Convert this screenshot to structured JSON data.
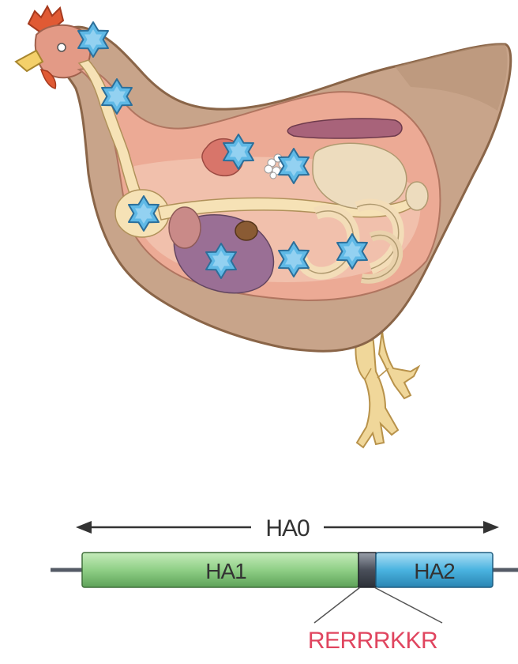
{
  "protein_bar": {
    "precursor_label": "HA0",
    "subunit_1_label": "HA1",
    "subunit_2_label": "HA2",
    "cleavage_site_sequence": "RERRRKKR"
  },
  "colors": {
    "ha1": "#8fcf86",
    "ha2": "#4ab3e0",
    "cleavage_site": "#4a4f5a",
    "sequence_text": "#e0455f",
    "arrow": "#333333",
    "star": "#5fb9e6"
  },
  "illustration": {
    "subject": "chicken-cutaway",
    "marker_icon": "star-icon",
    "infection_site_count": 8
  }
}
